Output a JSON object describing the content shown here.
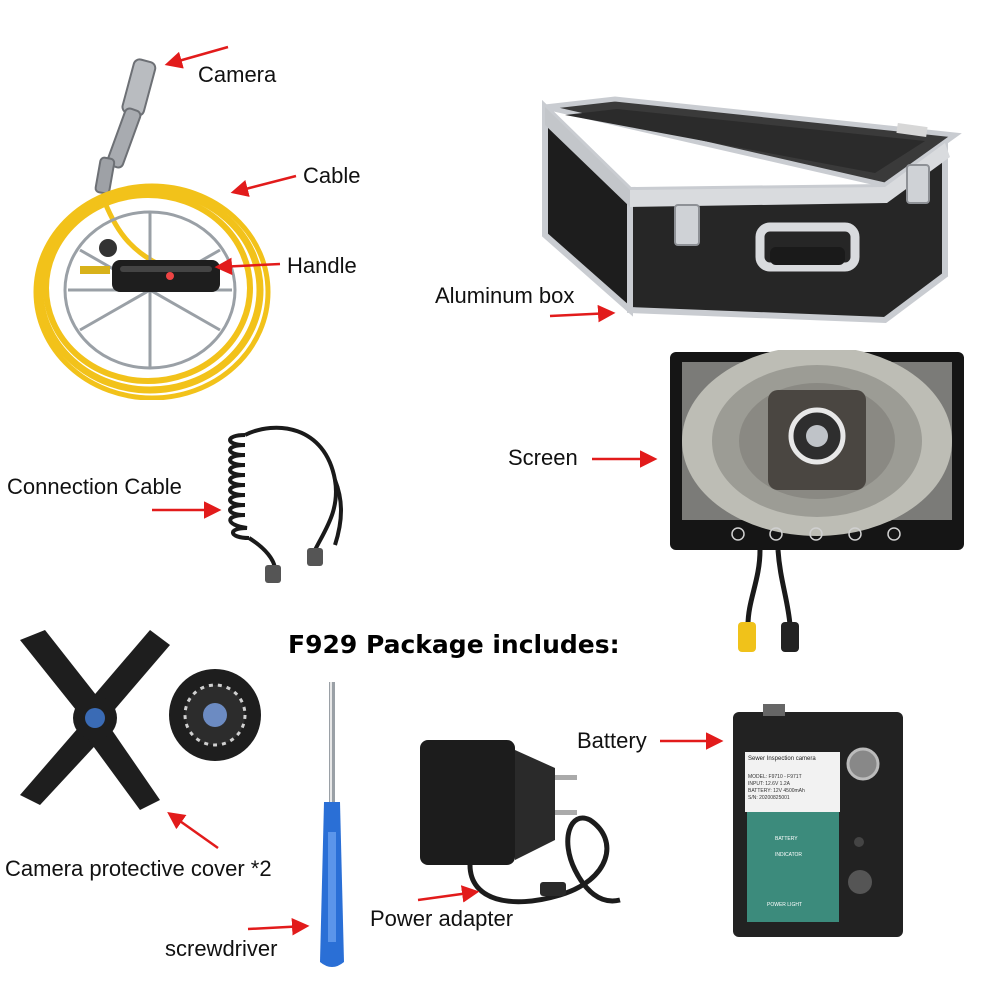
{
  "title": "F929 Package includes:",
  "labels": {
    "camera": "Camera",
    "cable": "Cable",
    "handle": "Handle",
    "aluminum_box": "Aluminum box",
    "connection_cable": "Connection Cable",
    "screen": "Screen",
    "battery": "Battery",
    "protective_cover": "Camera protective cover *2",
    "power_adapter": "Power adapter",
    "screwdriver": "screwdriver"
  },
  "battery_panel": {
    "header": "Sewer Inspection camera",
    "lines": [
      "MODEL: F9710 - F971T",
      "INPUT: 12.6V 1.2A",
      "BATTERY: 12V 4500mAh",
      "S/N: 20200825001"
    ],
    "leds": [
      "BATTERY",
      "INDICATOR",
      "",
      "POWER LIGHT"
    ]
  },
  "colors": {
    "arrow": "#e21b1b",
    "cable_yellow": "#f2c21a",
    "case_dark": "#2b2b2b",
    "aluminum": "#c9ccd1",
    "screwdriver_blue": "#2a6fd6",
    "battery_panel": "#3c8b7c"
  },
  "icons": [
    "arrow-icon",
    "screen-button-icons"
  ]
}
